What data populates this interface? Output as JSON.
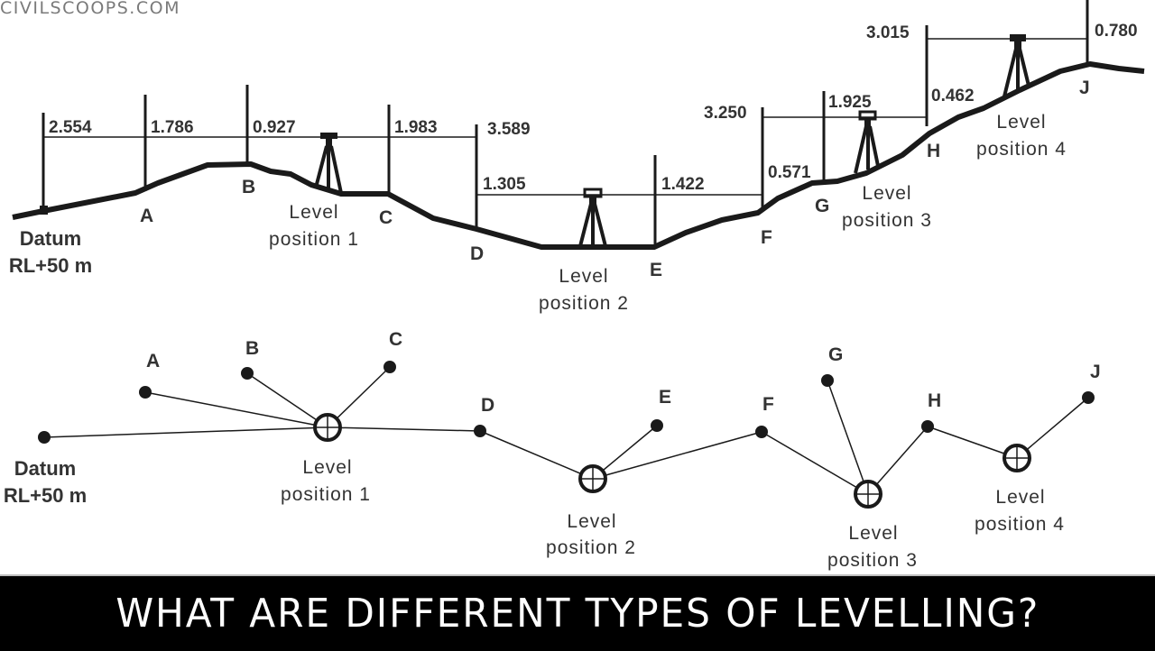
{
  "watermark": "CIVILSCOOPS.COM",
  "banner": {
    "title": "WHAT ARE DIFFERENT TYPES OF LEVELLING?"
  },
  "datum": {
    "line1": "Datum",
    "line2": "RL+50 m"
  },
  "stations": {
    "A": "A",
    "B": "B",
    "C": "C",
    "D": "D",
    "E": "E",
    "F": "F",
    "G": "G",
    "H": "H",
    "J": "J"
  },
  "readings": {
    "datum": "2.554",
    "A": "1.786",
    "B": "0.927",
    "C": "1.983",
    "D_fs": "3.589",
    "D_bs": "1.305",
    "E": "1.422",
    "F_fs": "3.250",
    "F_bs": "0.571",
    "G": "1.925",
    "H_fs": "3.015",
    "H_bs": "0.462",
    "J": "0.780"
  },
  "level_positions": {
    "p1": {
      "line1": "Level",
      "line2": "position 1"
    },
    "p2": {
      "line1": "Level",
      "line2": "position 2"
    },
    "p3": {
      "line1": "Level",
      "line2": "position 3"
    },
    "p4": {
      "line1": "Level",
      "line2": "position 4"
    }
  },
  "colors": {
    "ink": "#1a1a1a",
    "text": "#333333",
    "banner_bg": "#000000",
    "banner_text": "#ffffff",
    "watermark": "#7a7a7a"
  }
}
